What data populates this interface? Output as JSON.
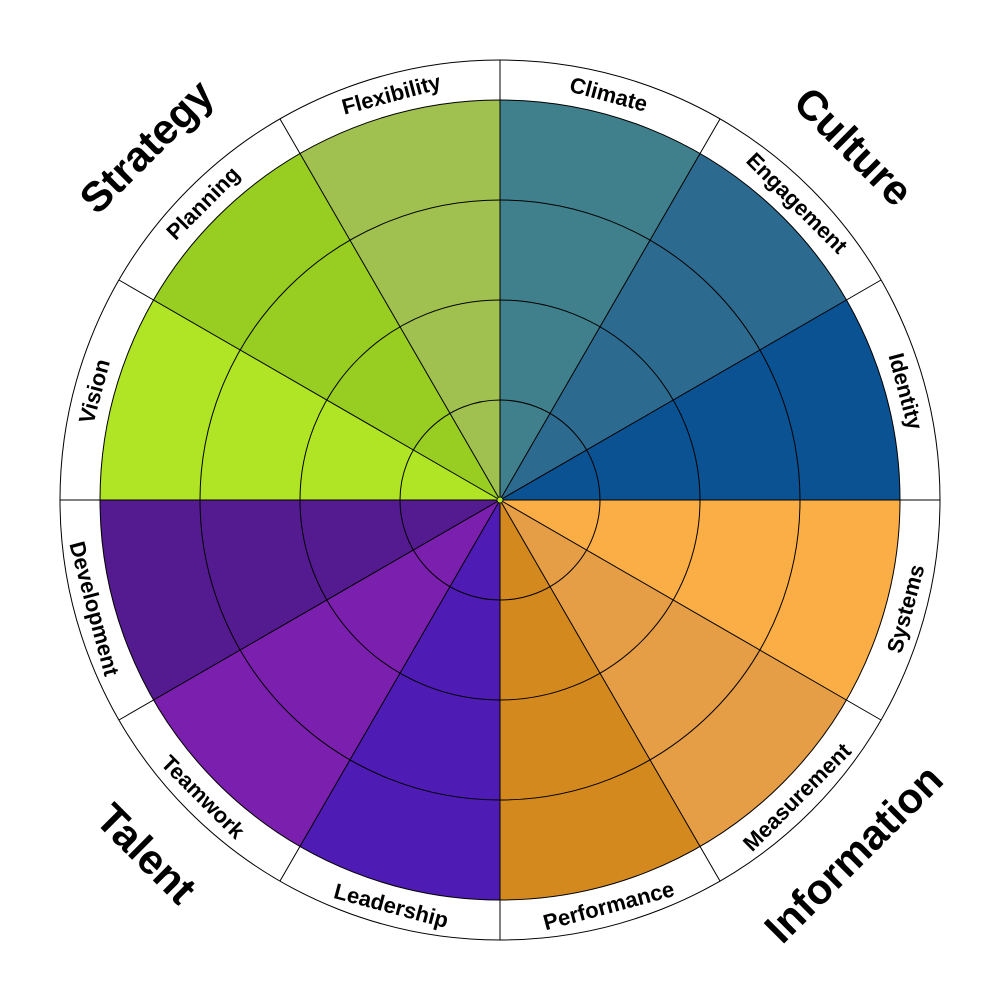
{
  "title": "Organizational wheel",
  "groups": [
    {
      "label": "Strategy",
      "angle": 315
    },
    {
      "label": "Culture",
      "angle": 45
    },
    {
      "label": "Information",
      "angle": 135
    },
    {
      "label": "Talent",
      "angle": 225
    }
  ],
  "segments": [
    {
      "label": "Climate",
      "color": "#3F808C",
      "group": "Culture"
    },
    {
      "label": "Engagement",
      "color": "#2C6A8F",
      "group": "Culture"
    },
    {
      "label": "Identity",
      "color": "#0A5292",
      "group": "Culture"
    },
    {
      "label": "Systems",
      "color": "#FBAE45",
      "group": "Information"
    },
    {
      "label": "Measurement",
      "color": "#E59E45",
      "group": "Information"
    },
    {
      "label": "Performance",
      "color": "#D4891F",
      "group": "Information"
    },
    {
      "label": "Leadership",
      "color": "#4E1BB5",
      "group": "Talent"
    },
    {
      "label": "Teamwork",
      "color": "#7A1FAE",
      "group": "Talent"
    },
    {
      "label": "Development",
      "color": "#541B90",
      "group": "Talent"
    },
    {
      "label": "Vision",
      "color": "#B0E526",
      "group": "Strategy"
    },
    {
      "label": "Planning",
      "color": "#98CD22",
      "group": "Strategy"
    },
    {
      "label": "Flexibility",
      "color": "#A0C150",
      "group": "Strategy"
    }
  ],
  "rings": 4
}
